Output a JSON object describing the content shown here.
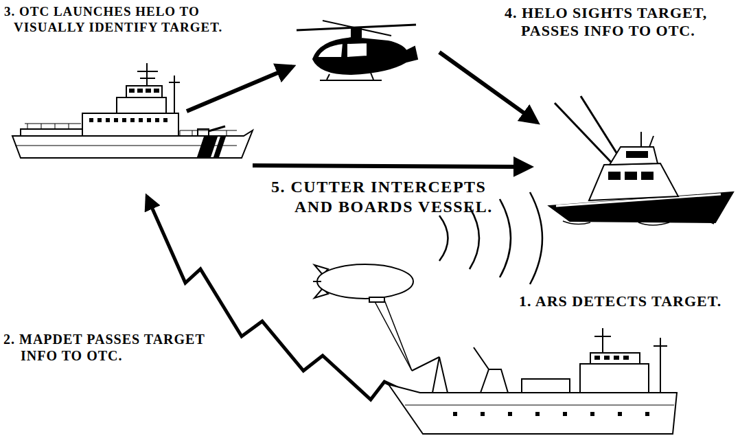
{
  "diagram": {
    "labels": [
      "3. OTC LAUNCHES HELO TO VISUALLY IDENTIFY TARGET.",
      "4. HELO SIGHTS TARGET, PASSES INFO TO OTC.",
      "5. CUTTER INTERCEPTS AND BOARDS VESSEL.",
      "1. ARS DETECTS TARGET.",
      "2. MAPDET PASSES TARGET INFO TO OTC."
    ]
  }
}
